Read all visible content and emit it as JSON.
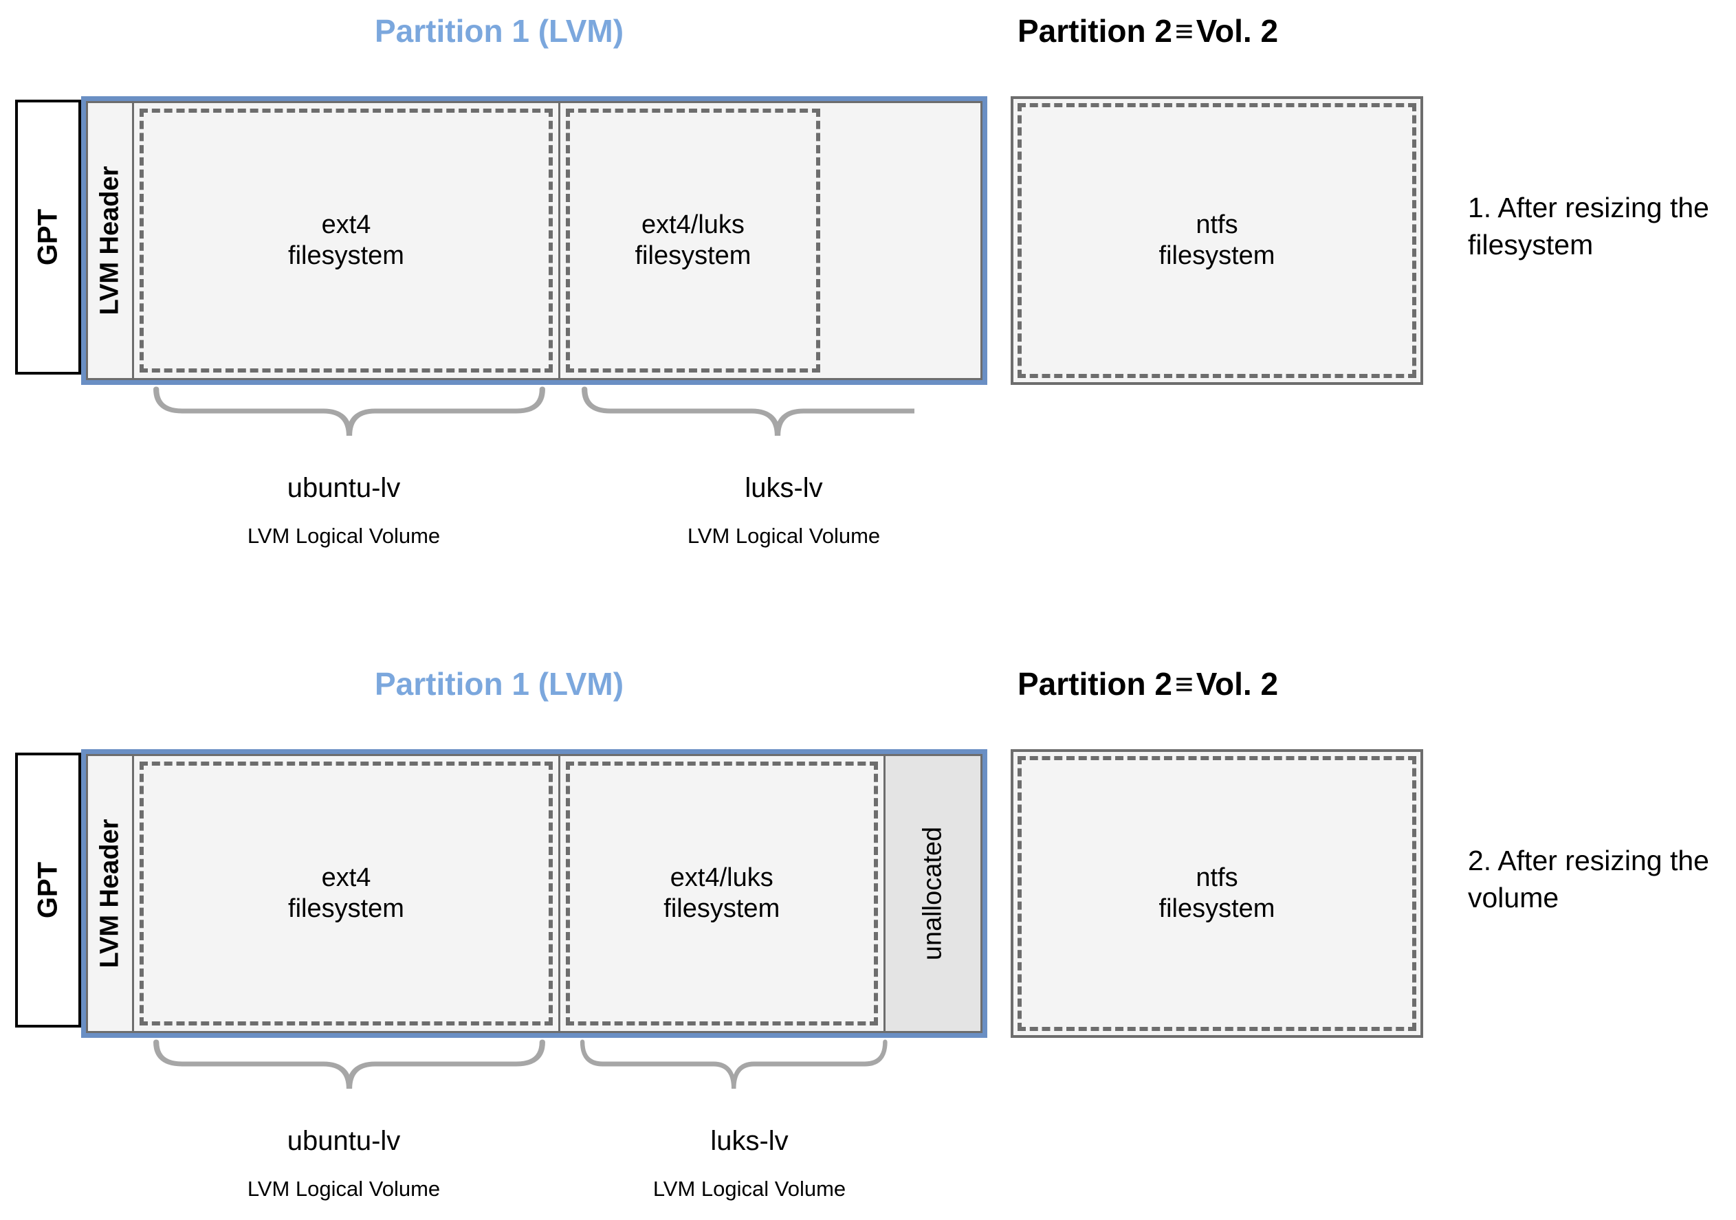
{
  "rows": [
    {
      "id": "row-1",
      "partition1_title": "Partition 1 (LVM)",
      "partition2_title_left": "Partition 2",
      "partition2_title_symbol": "≡",
      "partition2_title_right": "Vol. 2",
      "gpt_label": "GPT",
      "lvm_header_label": "LVM Header",
      "volumes": [
        {
          "name": "ubuntu-lv",
          "sub": "LVM Logical Volume",
          "fs_label": "ext4\nfilesystem"
        },
        {
          "name": "luks-lv",
          "sub": "LVM Logical Volume",
          "fs_label": "ext4/luks\nfilesystem"
        }
      ],
      "partition2_fs_label": "ntfs\nfilesystem",
      "unallocated_label": null,
      "side_note": "1. After resizing the filesystem"
    },
    {
      "id": "row-2",
      "partition1_title": "Partition 1 (LVM)",
      "partition2_title_left": "Partition 2",
      "partition2_title_symbol": "≡",
      "partition2_title_right": "Vol. 2",
      "gpt_label": "GPT",
      "lvm_header_label": "LVM Header",
      "volumes": [
        {
          "name": "ubuntu-lv",
          "sub": "LVM Logical Volume",
          "fs_label": "ext4\nfilesystem"
        },
        {
          "name": "luks-lv",
          "sub": "LVM Logical Volume",
          "fs_label": "ext4/luks\nfilesystem"
        }
      ],
      "partition2_fs_label": "ntfs\nfilesystem",
      "unallocated_label": "unallocated",
      "side_note": "2. After resizing the volume"
    }
  ],
  "colors": {
    "partition_accent": "#6a8fc4",
    "title_blue": "#7ba7dd",
    "box_border": "#6d6d6d",
    "box_fill": "#f4f4f4",
    "unallocated_fill": "#e4e4e4",
    "brace": "#a6a6a6",
    "gpt_border": "#000000"
  }
}
